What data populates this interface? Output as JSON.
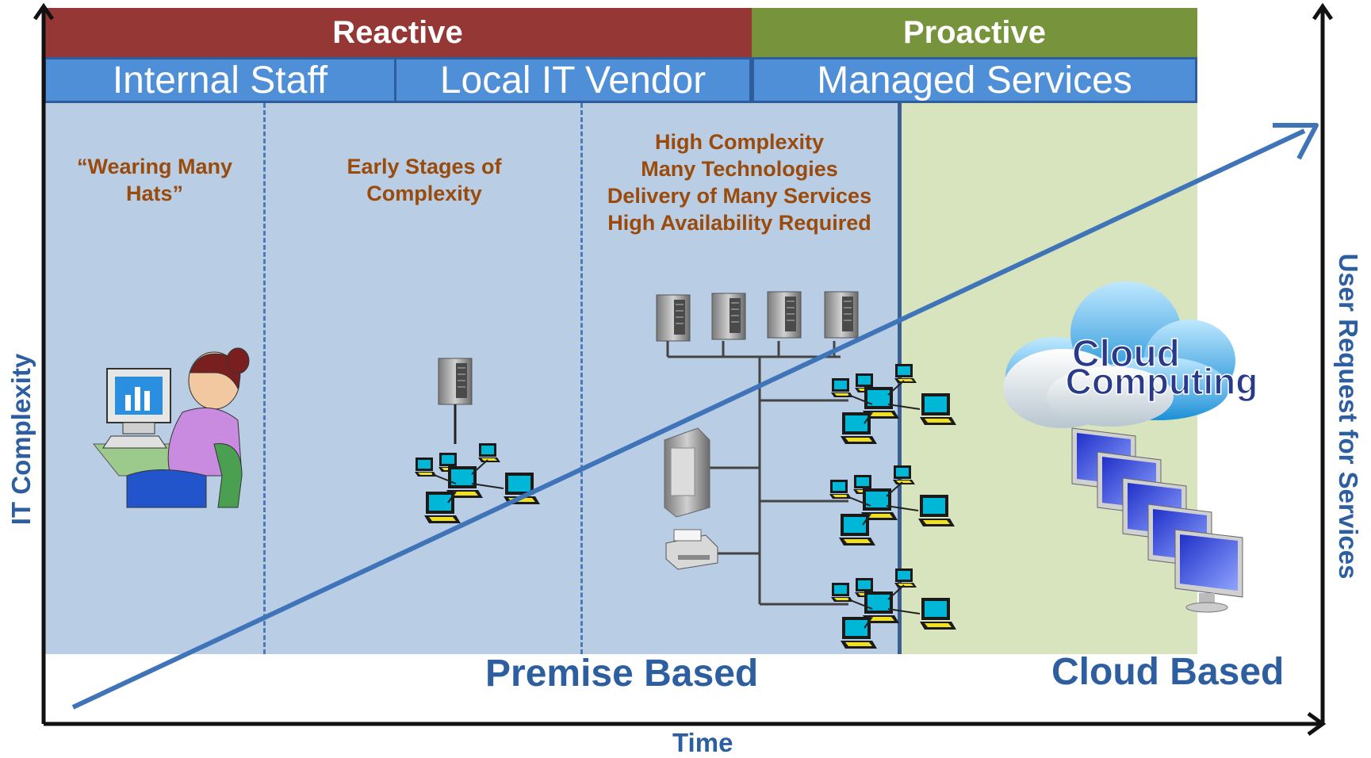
{
  "header": {
    "reactive_label": "Reactive",
    "proactive_label": "Proactive",
    "reactive_color": "#953735",
    "proactive_color": "#77933c"
  },
  "subheader": {
    "internal_staff": "Internal Staff",
    "local_it_vendor": "Local IT Vendor",
    "managed_services": "Managed Services"
  },
  "captions": {
    "wearing_many_hats_line1": "“Wearing Many",
    "wearing_many_hats_line2": "Hats”",
    "early_stages_line1": "Early Stages of",
    "early_stages_line2": "Complexity",
    "high_complexity_line1": "High Complexity",
    "high_complexity_line2": "Many Technologies",
    "high_complexity_line3": "Delivery of Many Services",
    "high_complexity_line4": "High Availability Required"
  },
  "cloud_logo": {
    "line1": "Cloud",
    "line2": "Computing"
  },
  "regions": {
    "premise_based": "Premise Based",
    "cloud_based": "Cloud Based",
    "premise_color": "#b9cde5",
    "cloud_color": "#d7e4bd"
  },
  "axes": {
    "y_label": "IT Complexity",
    "x_label": "Time",
    "right_label": "User Request for Services"
  }
}
